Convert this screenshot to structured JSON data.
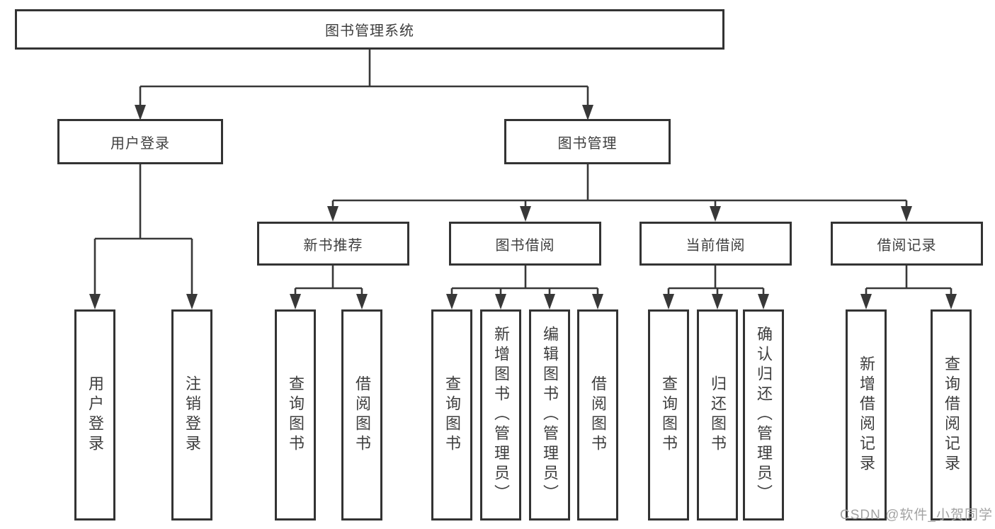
{
  "diagram": {
    "type": "hierarchy-tree",
    "direction": "top-down",
    "colors": {
      "background": "#ffffff",
      "box_border": "#333333",
      "connector_line": "#383838",
      "node_text": "#3e3e3e",
      "watermark_text": "#a3a3a3"
    }
  },
  "tree": {
    "label": "图书管理系统",
    "children": [
      {
        "label": "用户登录",
        "children": [
          {
            "label": "用户登录"
          },
          {
            "label": "注销登录"
          }
        ]
      },
      {
        "label": "图书管理",
        "children": [
          {
            "label": "新书推荐",
            "children": [
              {
                "label": "查询图书"
              },
              {
                "label": "借阅图书"
              }
            ]
          },
          {
            "label": "图书借阅",
            "children": [
              {
                "label": "查询图书"
              },
              {
                "label": "新增图书（管理员）"
              },
              {
                "label": "编辑图书（管理员）"
              },
              {
                "label": "借阅图书"
              }
            ]
          },
          {
            "label": "当前借阅",
            "children": [
              {
                "label": "查询图书"
              },
              {
                "label": "归还图书"
              },
              {
                "label": "确认归还（管理员）"
              }
            ]
          },
          {
            "label": "借阅记录",
            "children": [
              {
                "label": "新增借阅记录"
              },
              {
                "label": "查询借阅记录"
              }
            ]
          }
        ]
      }
    ]
  },
  "watermark": {
    "text": "CSDN @软件_小贺同学"
  }
}
